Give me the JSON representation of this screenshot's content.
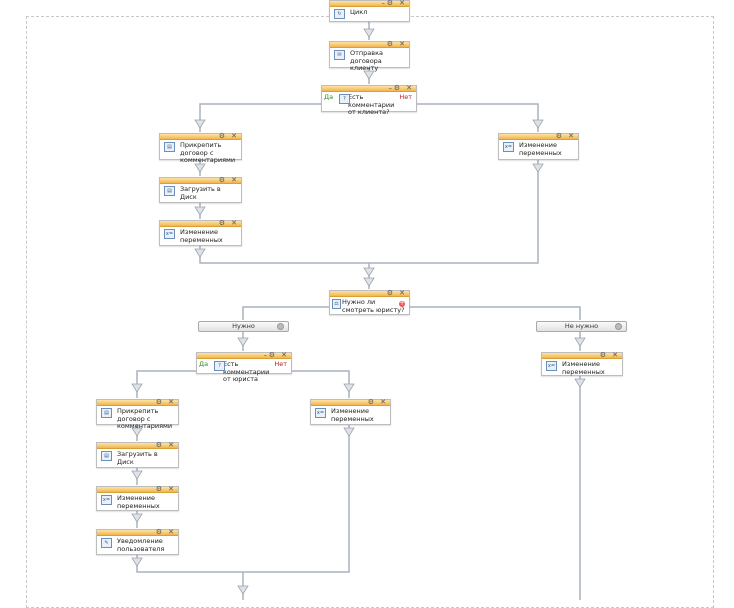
{
  "blocks": [
    {
      "id": "cycle",
      "label": "Цикл",
      "icon": "cycle-icon"
    },
    {
      "id": "send_contract",
      "label": "Отправка договора клиенту",
      "icon": "document-send-icon"
    },
    {
      "id": "cond_client_comments",
      "label": "Есть комментарии от клиента?",
      "icon": "condition-icon",
      "yes": "Да",
      "no": "Нет"
    },
    {
      "id": "attach_contract_1",
      "label": "Прикрепить договор с комментариями",
      "icon": "attach-file-icon"
    },
    {
      "id": "upload_disk_1",
      "label": "Загрузить в Диск",
      "icon": "upload-icon"
    },
    {
      "id": "change_vars_1",
      "label": "Изменение переменных",
      "icon": "variables-icon"
    },
    {
      "id": "change_vars_2",
      "label": "Изменение переменных",
      "icon": "variables-icon"
    },
    {
      "id": "need_lawyer",
      "label": "Нужно ли смотреть юристу?",
      "icon": "lawyer-icon"
    },
    {
      "id": "cond_lawyer_comments",
      "label": "Есть комментарии от юриста",
      "icon": "condition-icon",
      "yes": "Да",
      "no": "Нет"
    },
    {
      "id": "attach_contract_2",
      "label": "Прикрепить договор с комментариями",
      "icon": "attach-file-icon"
    },
    {
      "id": "upload_disk_2",
      "label": "Загрузить в Диск",
      "icon": "upload-icon"
    },
    {
      "id": "change_vars_3",
      "label": "Изменение переменных",
      "icon": "variables-icon"
    },
    {
      "id": "notify_user",
      "label": "Уведомление пользователя",
      "icon": "notification-icon"
    },
    {
      "id": "change_vars_4",
      "label": "Изменение переменных",
      "icon": "variables-icon"
    },
    {
      "id": "change_vars_5",
      "label": "Изменение переменных",
      "icon": "variables-icon"
    }
  ],
  "branches": {
    "need": "Нужно",
    "not_need": "Не нужно"
  },
  "colors": {
    "block_header": "#f2b54e",
    "wire": "#aab2bd",
    "yes": "#2a8a2a",
    "no": "#b22222"
  }
}
